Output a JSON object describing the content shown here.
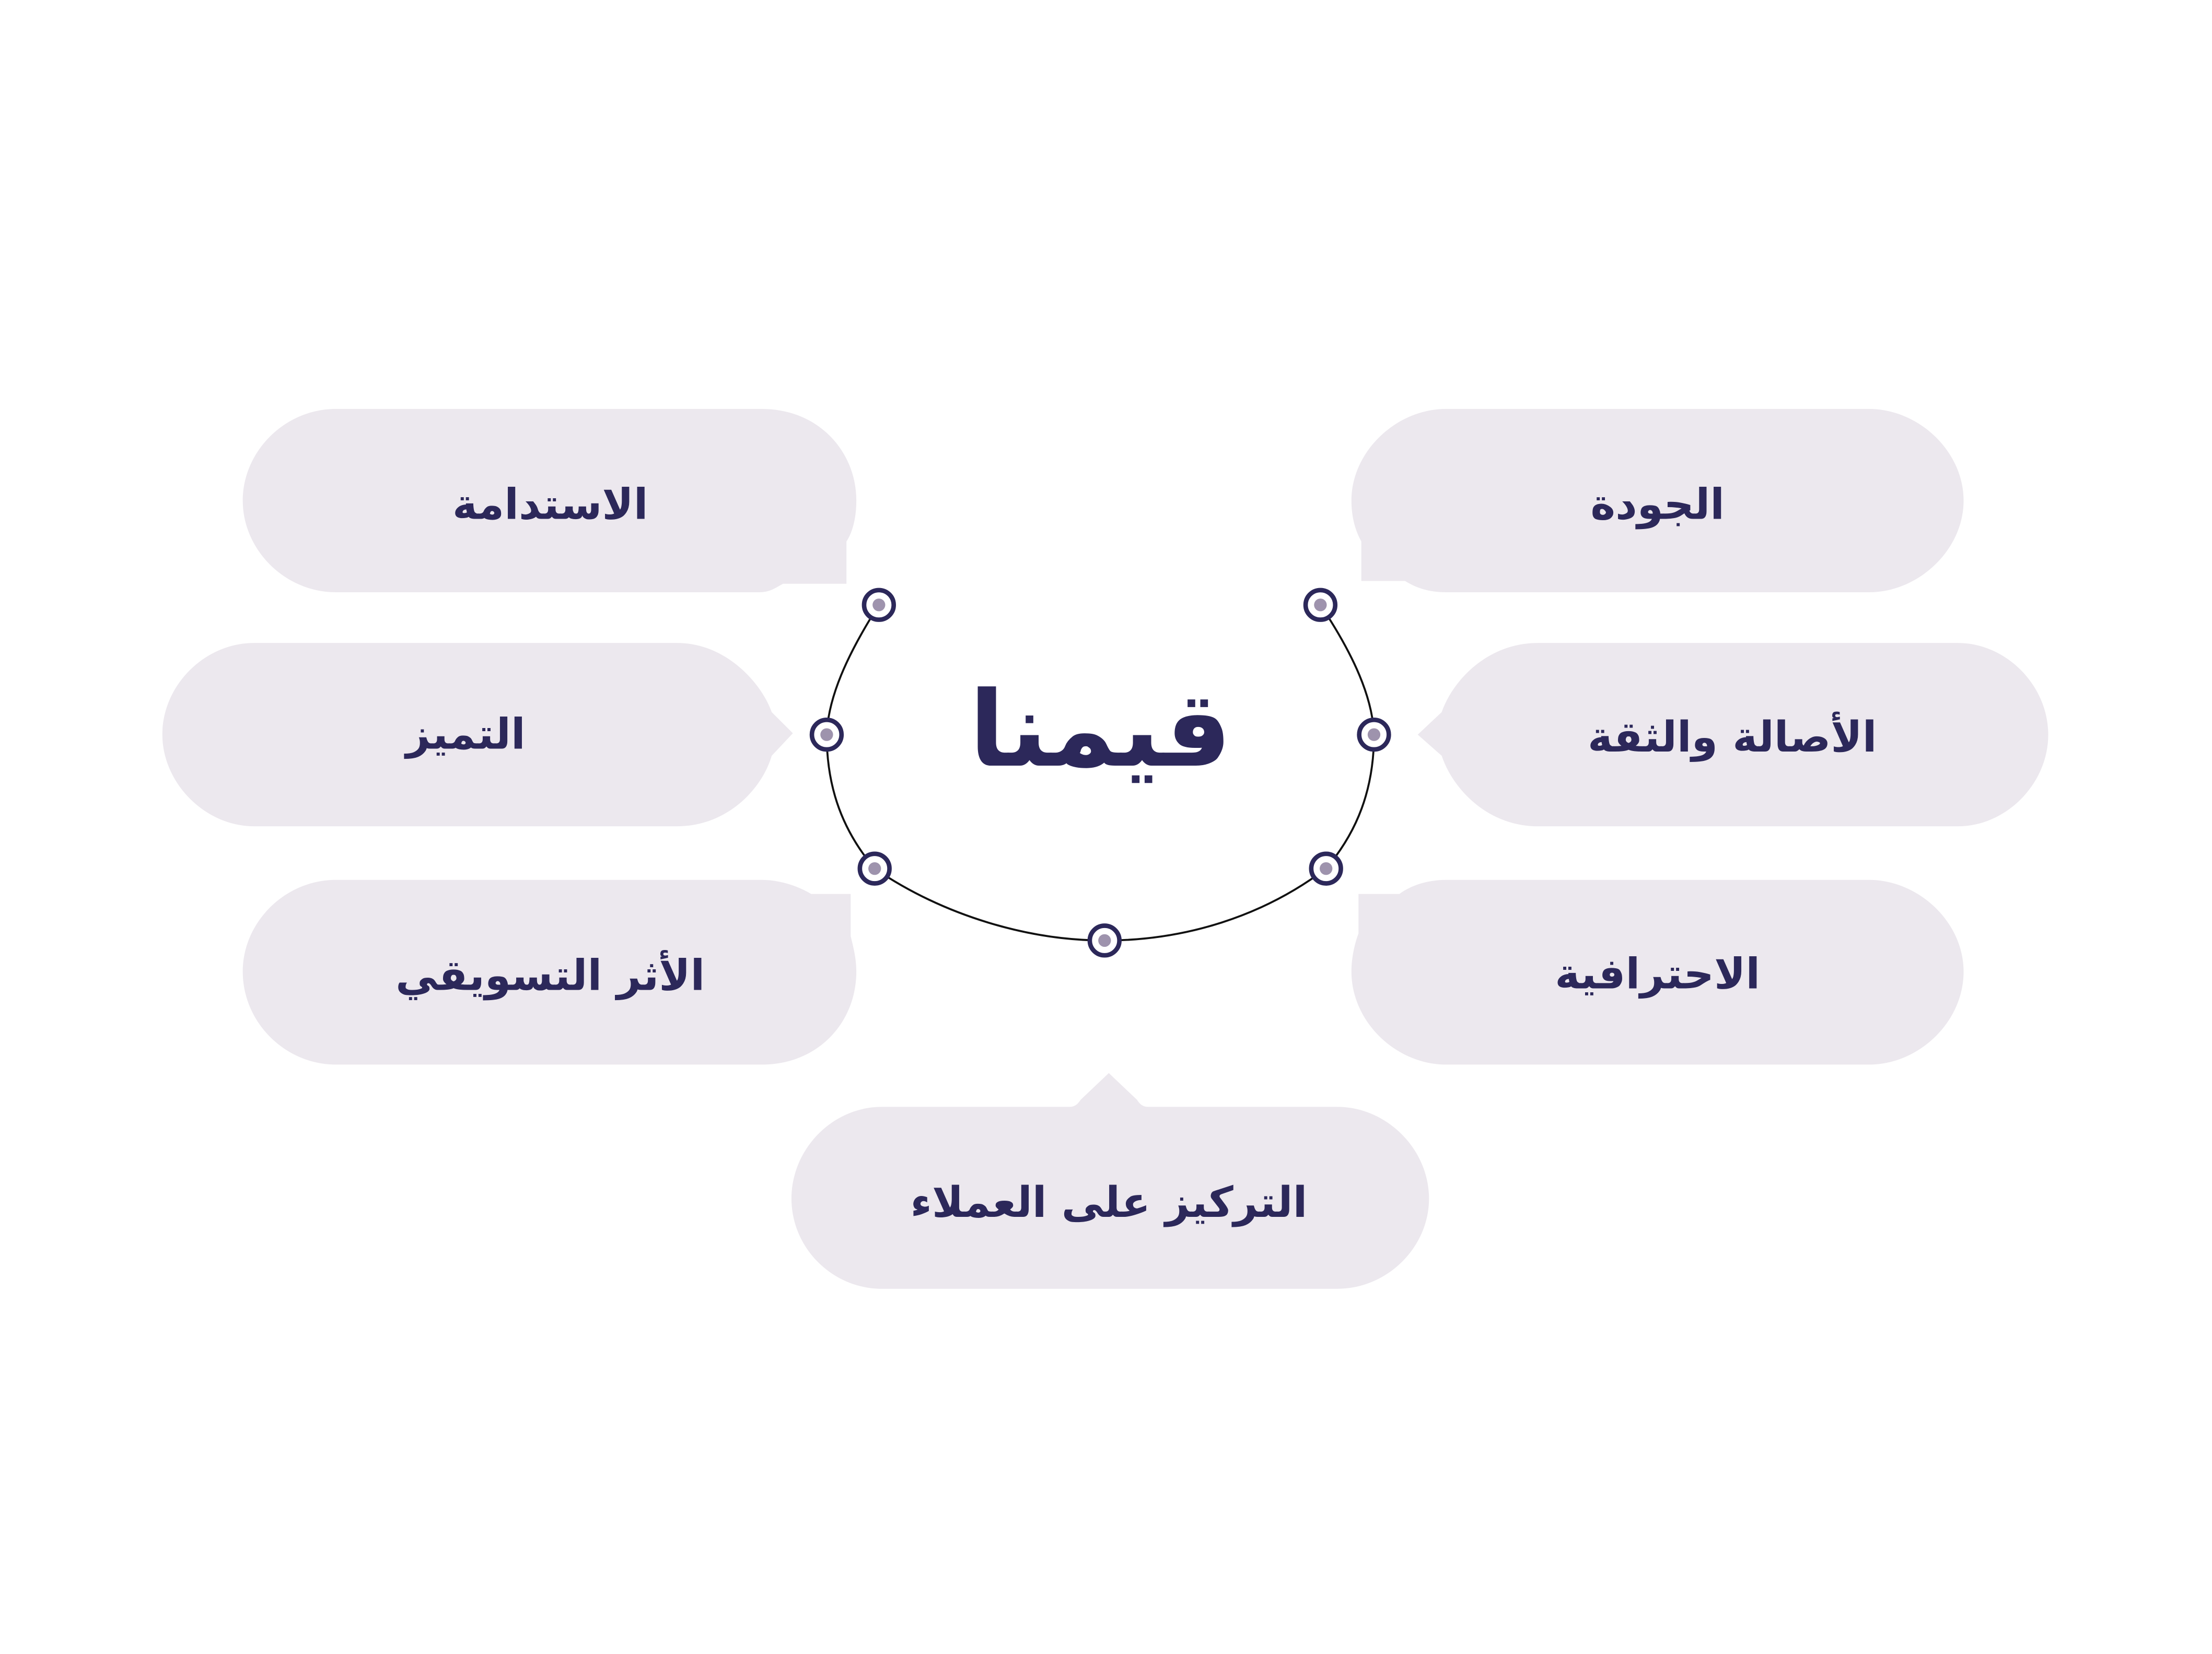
{
  "diagram": {
    "title": "قيمنا",
    "colors": {
      "background": "#ffffff",
      "bubble_fill": "#ece8ee",
      "text": "#2c285a",
      "node_ring": "#2c285a",
      "node_dot": "#9e93ad",
      "arc_line": "#111111"
    },
    "values": [
      {
        "id": "sustainability",
        "label": "الاستدامة",
        "side": "left",
        "position": "top"
      },
      {
        "id": "excellence",
        "label": "التميز",
        "side": "left",
        "position": "middle"
      },
      {
        "id": "marketing-impact",
        "label": "الأثر التسويقي",
        "side": "left",
        "position": "bottom"
      },
      {
        "id": "quality",
        "label": "الجودة",
        "side": "right",
        "position": "top"
      },
      {
        "id": "authenticity-trust",
        "label": "الأصالة والثقة",
        "side": "right",
        "position": "middle"
      },
      {
        "id": "professionalism",
        "label": "الاحترافية",
        "side": "right",
        "position": "bottom"
      },
      {
        "id": "customer-focus",
        "label": "التركيز على العملاء",
        "side": "bottom",
        "position": "center"
      }
    ],
    "nodes_count": 7
  }
}
